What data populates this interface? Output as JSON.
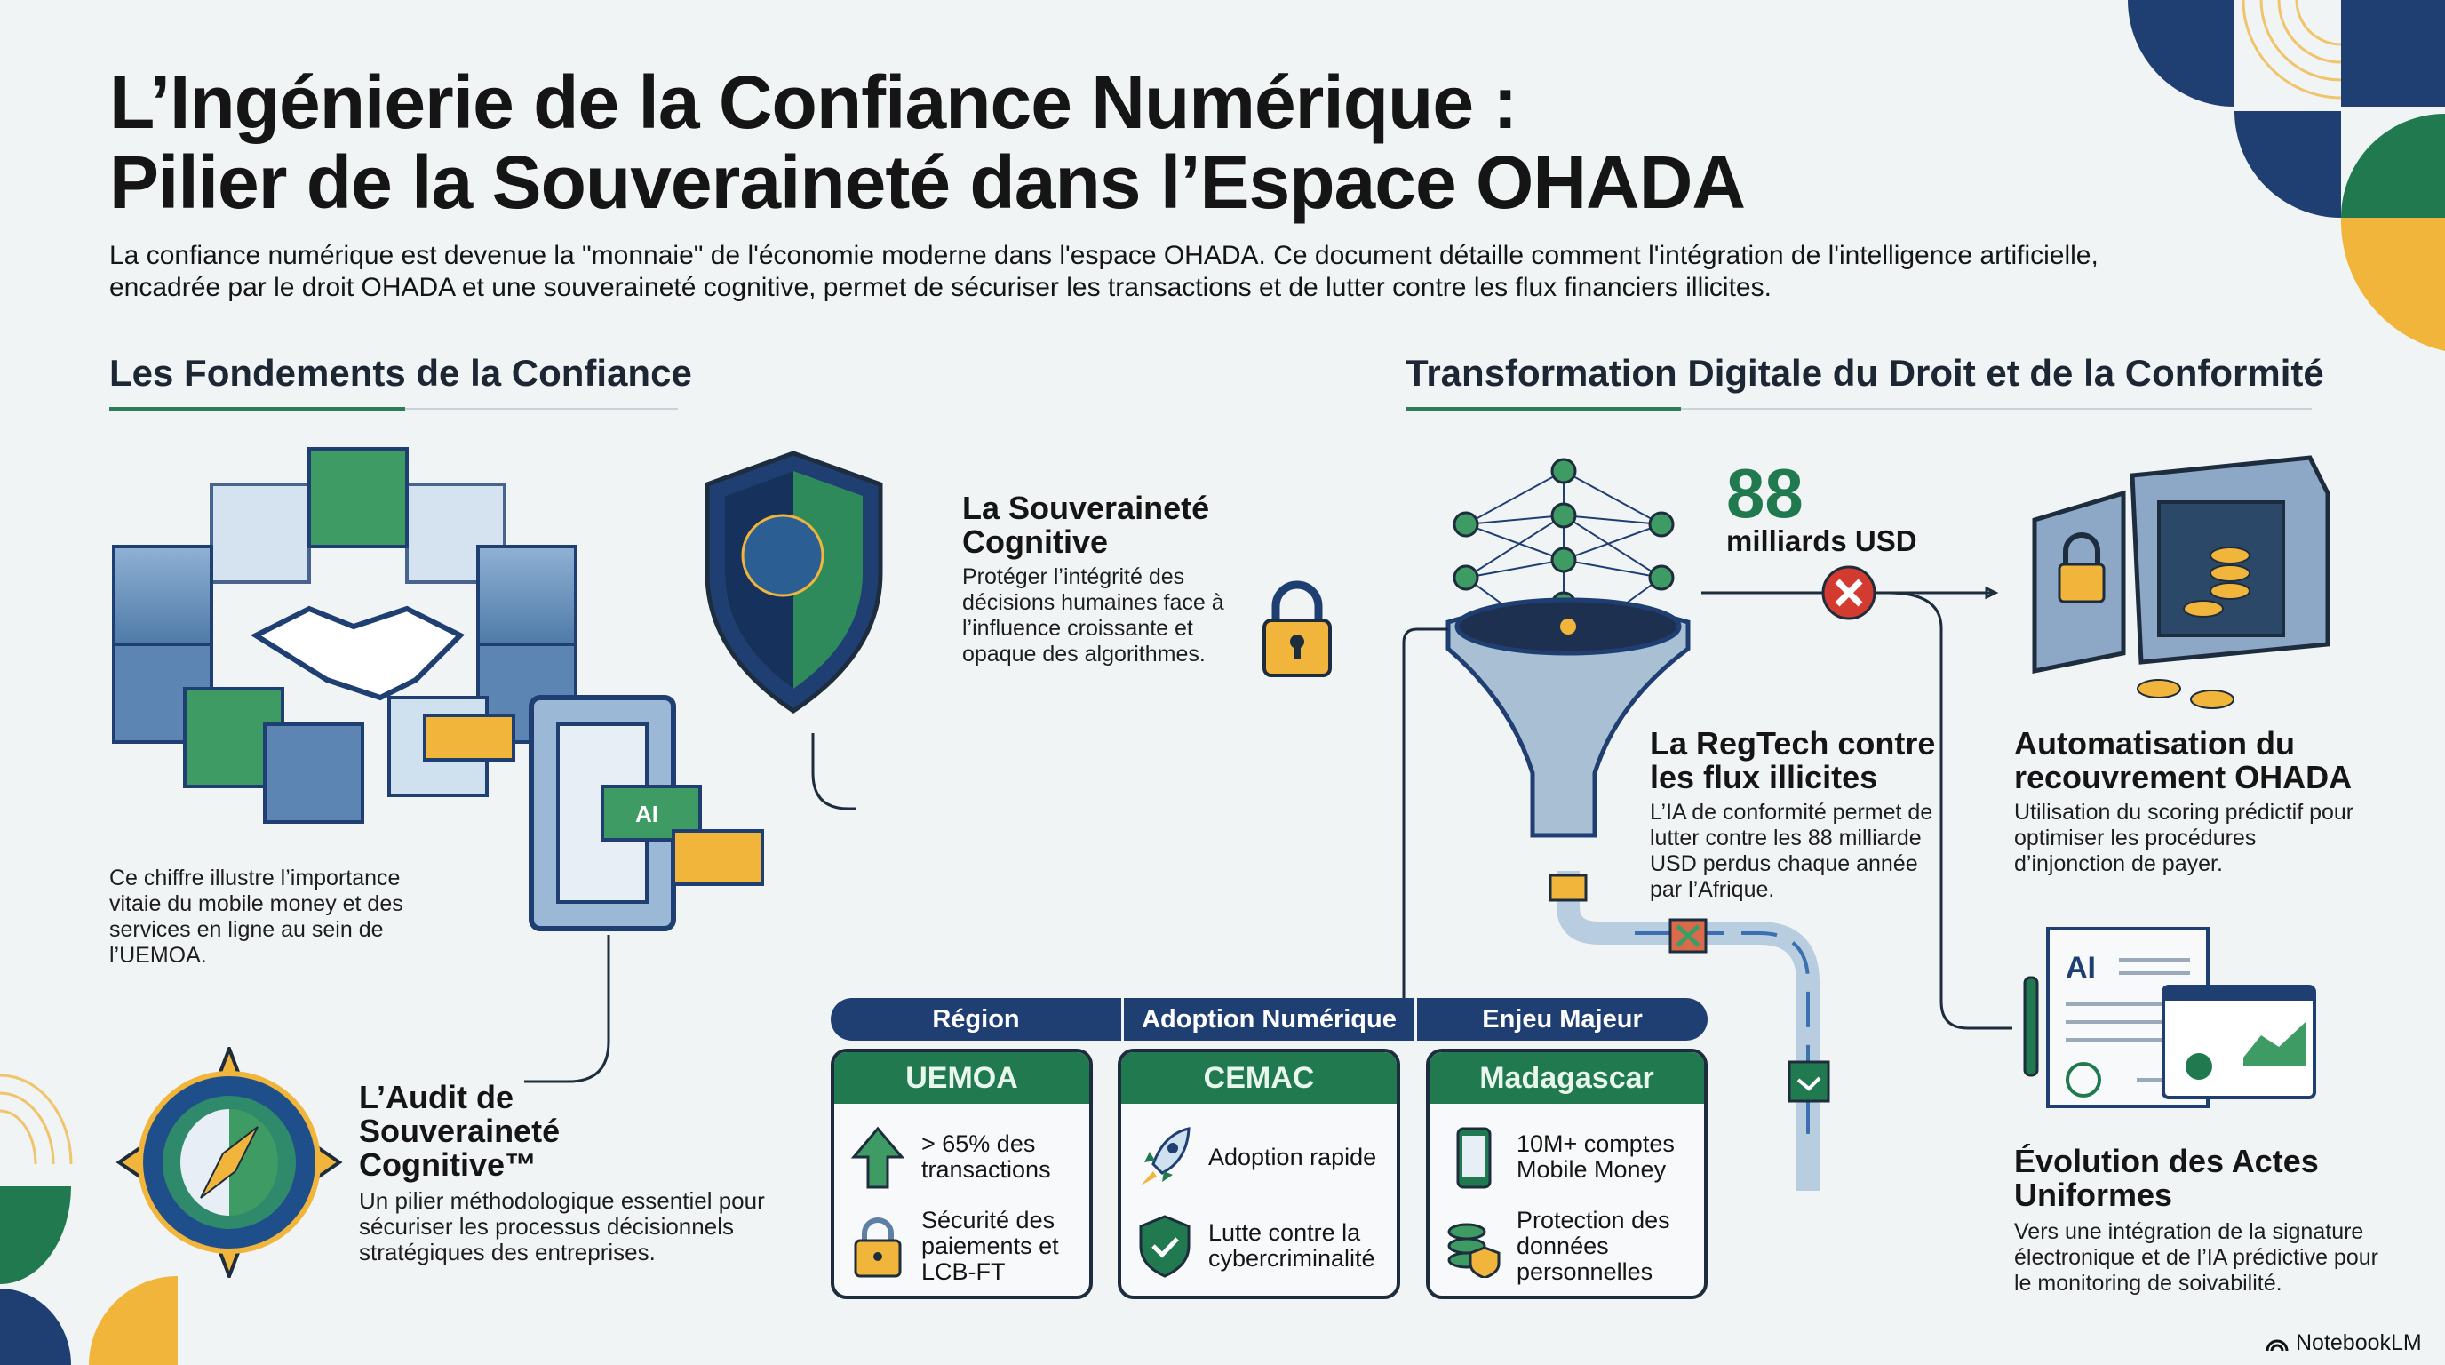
{
  "title": {
    "line1": "L’Ingénierie de la Confiance Numérique :",
    "line2": "Pilier de la Souveraineté dans l’Espace OHADA"
  },
  "subtitle": "La confiance numérique est devenue la \"monnaie\" de l'économie moderne dans l'espace OHADA. Ce document détaille comment l'intégration de l'intelligence artificielle, encadrée par le droit OHADA et une souveraineté cognitive, permet de sécuriser les transactions et de lutter contre les flux financiers illicites.",
  "left_section": {
    "heading": "Les Fondements de la Confiance",
    "cube_caption": "Ce chiffre illustre l’importance vitaie du mobile money et des services en ligne au sein de l’UEMOA.",
    "chip_label": "AI",
    "sovereignty": {
      "title": "La Souveraineté Cognitive",
      "desc": "Protéger l’intégrité des décisions humaines face à l’influence croissante et opaque des algorithmes."
    },
    "audit": {
      "title": "L’Audit de Souveraineté Cognitive™",
      "desc": "Un pilier méthodologique essentiel pour sécuriser les processus décisionnels stratégiques des entreprises."
    }
  },
  "right_section": {
    "heading": "Transformation Digitale du Droit et de la Conformité",
    "stat": {
      "value": "88",
      "unit": "milliards USD"
    },
    "regtech": {
      "title": "La RegTech contre les flux illicites",
      "desc": "L’IA de conformité permet de lutter contre les 88 milliarde USD perdus chaque année par l’Afrique."
    },
    "recouvrement": {
      "title": "Automatisation du recouvrement OHADA",
      "desc": "Utilisation du scoring prédictif pour optimiser les procédures d’injonction de payer."
    },
    "actes": {
      "title": "Évolution des Actes Uniformes",
      "desc": "Vers une intégration de la signature électronique et de l’IA prédictive pour le monitoring de soivabilité.",
      "doc_label": "AI"
    }
  },
  "table": {
    "headers": [
      "Région",
      "Adoption Numérique",
      "Enjeu Majeur"
    ],
    "cards": [
      {
        "name": "UEMOA",
        "items": [
          {
            "icon": "arrow-up-icon",
            "text": "> 65% des transactions"
          },
          {
            "icon": "padlock-icon",
            "text": "Sécurité des paiements et LCB-FT"
          }
        ]
      },
      {
        "name": "CEMAC",
        "items": [
          {
            "icon": "rocket-icon",
            "text": "Adoption rapide"
          },
          {
            "icon": "shield-check-icon",
            "text": "Lutte contre la cybercriminalité"
          }
        ]
      },
      {
        "name": "Madagascar",
        "items": [
          {
            "icon": "smartphone-icon",
            "text": "10M+ comptes Mobile Money"
          },
          {
            "icon": "database-shield-icon",
            "text": "Protection des données personnelles"
          }
        ]
      }
    ]
  },
  "branding": "NotebookLM",
  "colors": {
    "navy": "#1f3f73",
    "green": "#217a4f",
    "gold": "#f0b53a",
    "red": "#d43b30",
    "background": "#f1f4f5"
  }
}
